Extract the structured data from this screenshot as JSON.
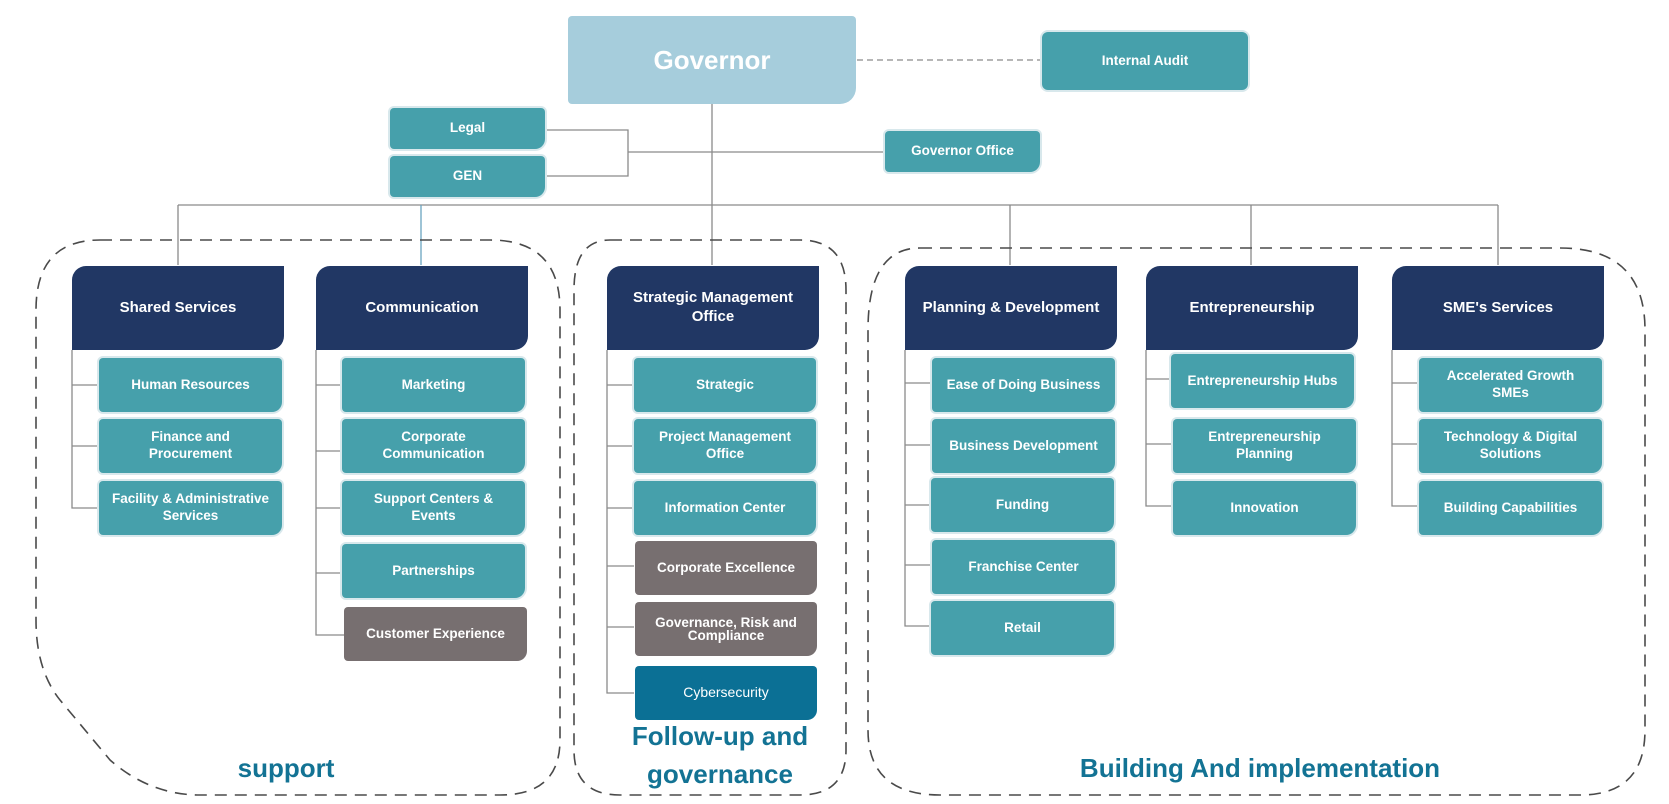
{
  "governor": {
    "label": "Governor"
  },
  "internal_audit": {
    "label": "Internal Audit"
  },
  "governor_office": {
    "label": "Governor Office"
  },
  "legal": {
    "label": "Legal"
  },
  "gen": {
    "label": "GEN"
  },
  "groups": {
    "support": {
      "label": "support"
    },
    "followup": {
      "label": "Follow-up and governance"
    },
    "building": {
      "label": "Building And implementation"
    }
  },
  "departments": [
    {
      "title": "Shared Services",
      "units": [
        "Human Resources",
        "Finance and Procurement",
        "Facility & Administrative Services"
      ]
    },
    {
      "title": "Communication",
      "units": [
        "Marketing",
        "Corporate Communication",
        "Support Centers & Events",
        "Partnerships",
        "Customer Experience"
      ]
    },
    {
      "title": "Strategic Management Office",
      "units": [
        "Strategic",
        "Project Management Office",
        "Information Center",
        "Corporate Excellence",
        "Governance, Risk and Compliance",
        "Cybersecurity"
      ]
    },
    {
      "title": "Planning & Development",
      "units": [
        "Ease of Doing Business",
        "Business Development",
        "Funding",
        "Franchise Center",
        "Retail"
      ]
    },
    {
      "title": "Entrepreneurship",
      "units": [
        "Entrepreneurship Hubs",
        "Entrepreneurship Planning",
        "Innovation"
      ]
    },
    {
      "title": "SME's Services",
      "units": [
        "Accelerated Growth SMEs",
        "Technology & Digital Solutions",
        "Building Capabilities"
      ]
    }
  ],
  "colors": {
    "navy": "#213764",
    "teal": "#46a0ab",
    "gray": "#776f70",
    "blue": "#0b7095",
    "governor": "#a6cddc",
    "group_label": "#137394"
  }
}
